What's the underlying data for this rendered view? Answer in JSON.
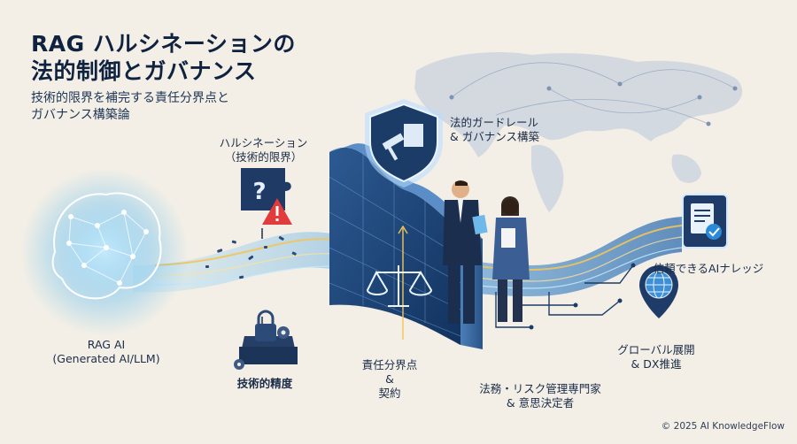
{
  "title": {
    "line1": "RAG ハルシネーションの",
    "line2": "法的制御とガバナンス"
  },
  "subtitle": {
    "line1": "技術的限界を補完する責任分界点と",
    "line2": "ガバナンス構築論"
  },
  "nodes": {
    "hallucination": {
      "line1": "ハルシネーション",
      "line2": "（技術的限界）"
    },
    "guardrail": {
      "line1": "法的ガードレール",
      "line2": "& ガバナンス構築"
    },
    "rag_ai": {
      "line1": "RAG AI",
      "line2": "(Generated AI/LLM)"
    },
    "tech_accuracy": {
      "line1": "技術的精度"
    },
    "responsibility": {
      "line1": "責任分界点",
      "line2": "&",
      "line3": "契約"
    },
    "experts": {
      "line1": "法務・リスク管理専門家",
      "line2": "& 意思決定者"
    },
    "global": {
      "line1": "グローバル展開",
      "line2": "& DX推進"
    },
    "trusted": {
      "line1": "信頼できるAIナレッジ"
    }
  },
  "copyright": "© 2025 AI KnowledgeFlow",
  "colors": {
    "background": "#f3efe6",
    "navy": "#1c3c68",
    "glow": "#5ec8ff",
    "gold": "#f2c45a",
    "alert": "#e23b3b"
  },
  "icons": [
    "brain-network-icon",
    "puzzle-question-icon",
    "warning-icon",
    "shield-gavel-icon",
    "padlock-box-icon",
    "gear-icon",
    "scales-icon",
    "document-check-icon",
    "globe-pin-icon",
    "world-map-graphic"
  ]
}
